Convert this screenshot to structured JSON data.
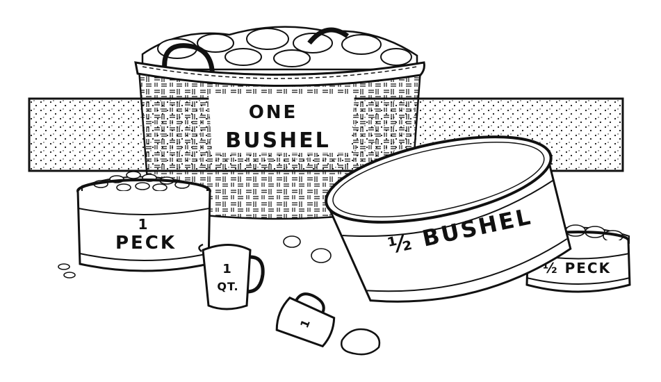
{
  "labels": {
    "bushel_line1": "ONE",
    "bushel_line2": "BUSHEL",
    "peck_number": "1",
    "peck_word": "PECK",
    "quart_number": "1",
    "quart_unit": "QT.",
    "pint_number": "1",
    "half_bushel": "½ BUSHEL",
    "half_peck": "½ PECK"
  },
  "colors": {
    "ink": "#111111",
    "paper": "#ffffff"
  }
}
